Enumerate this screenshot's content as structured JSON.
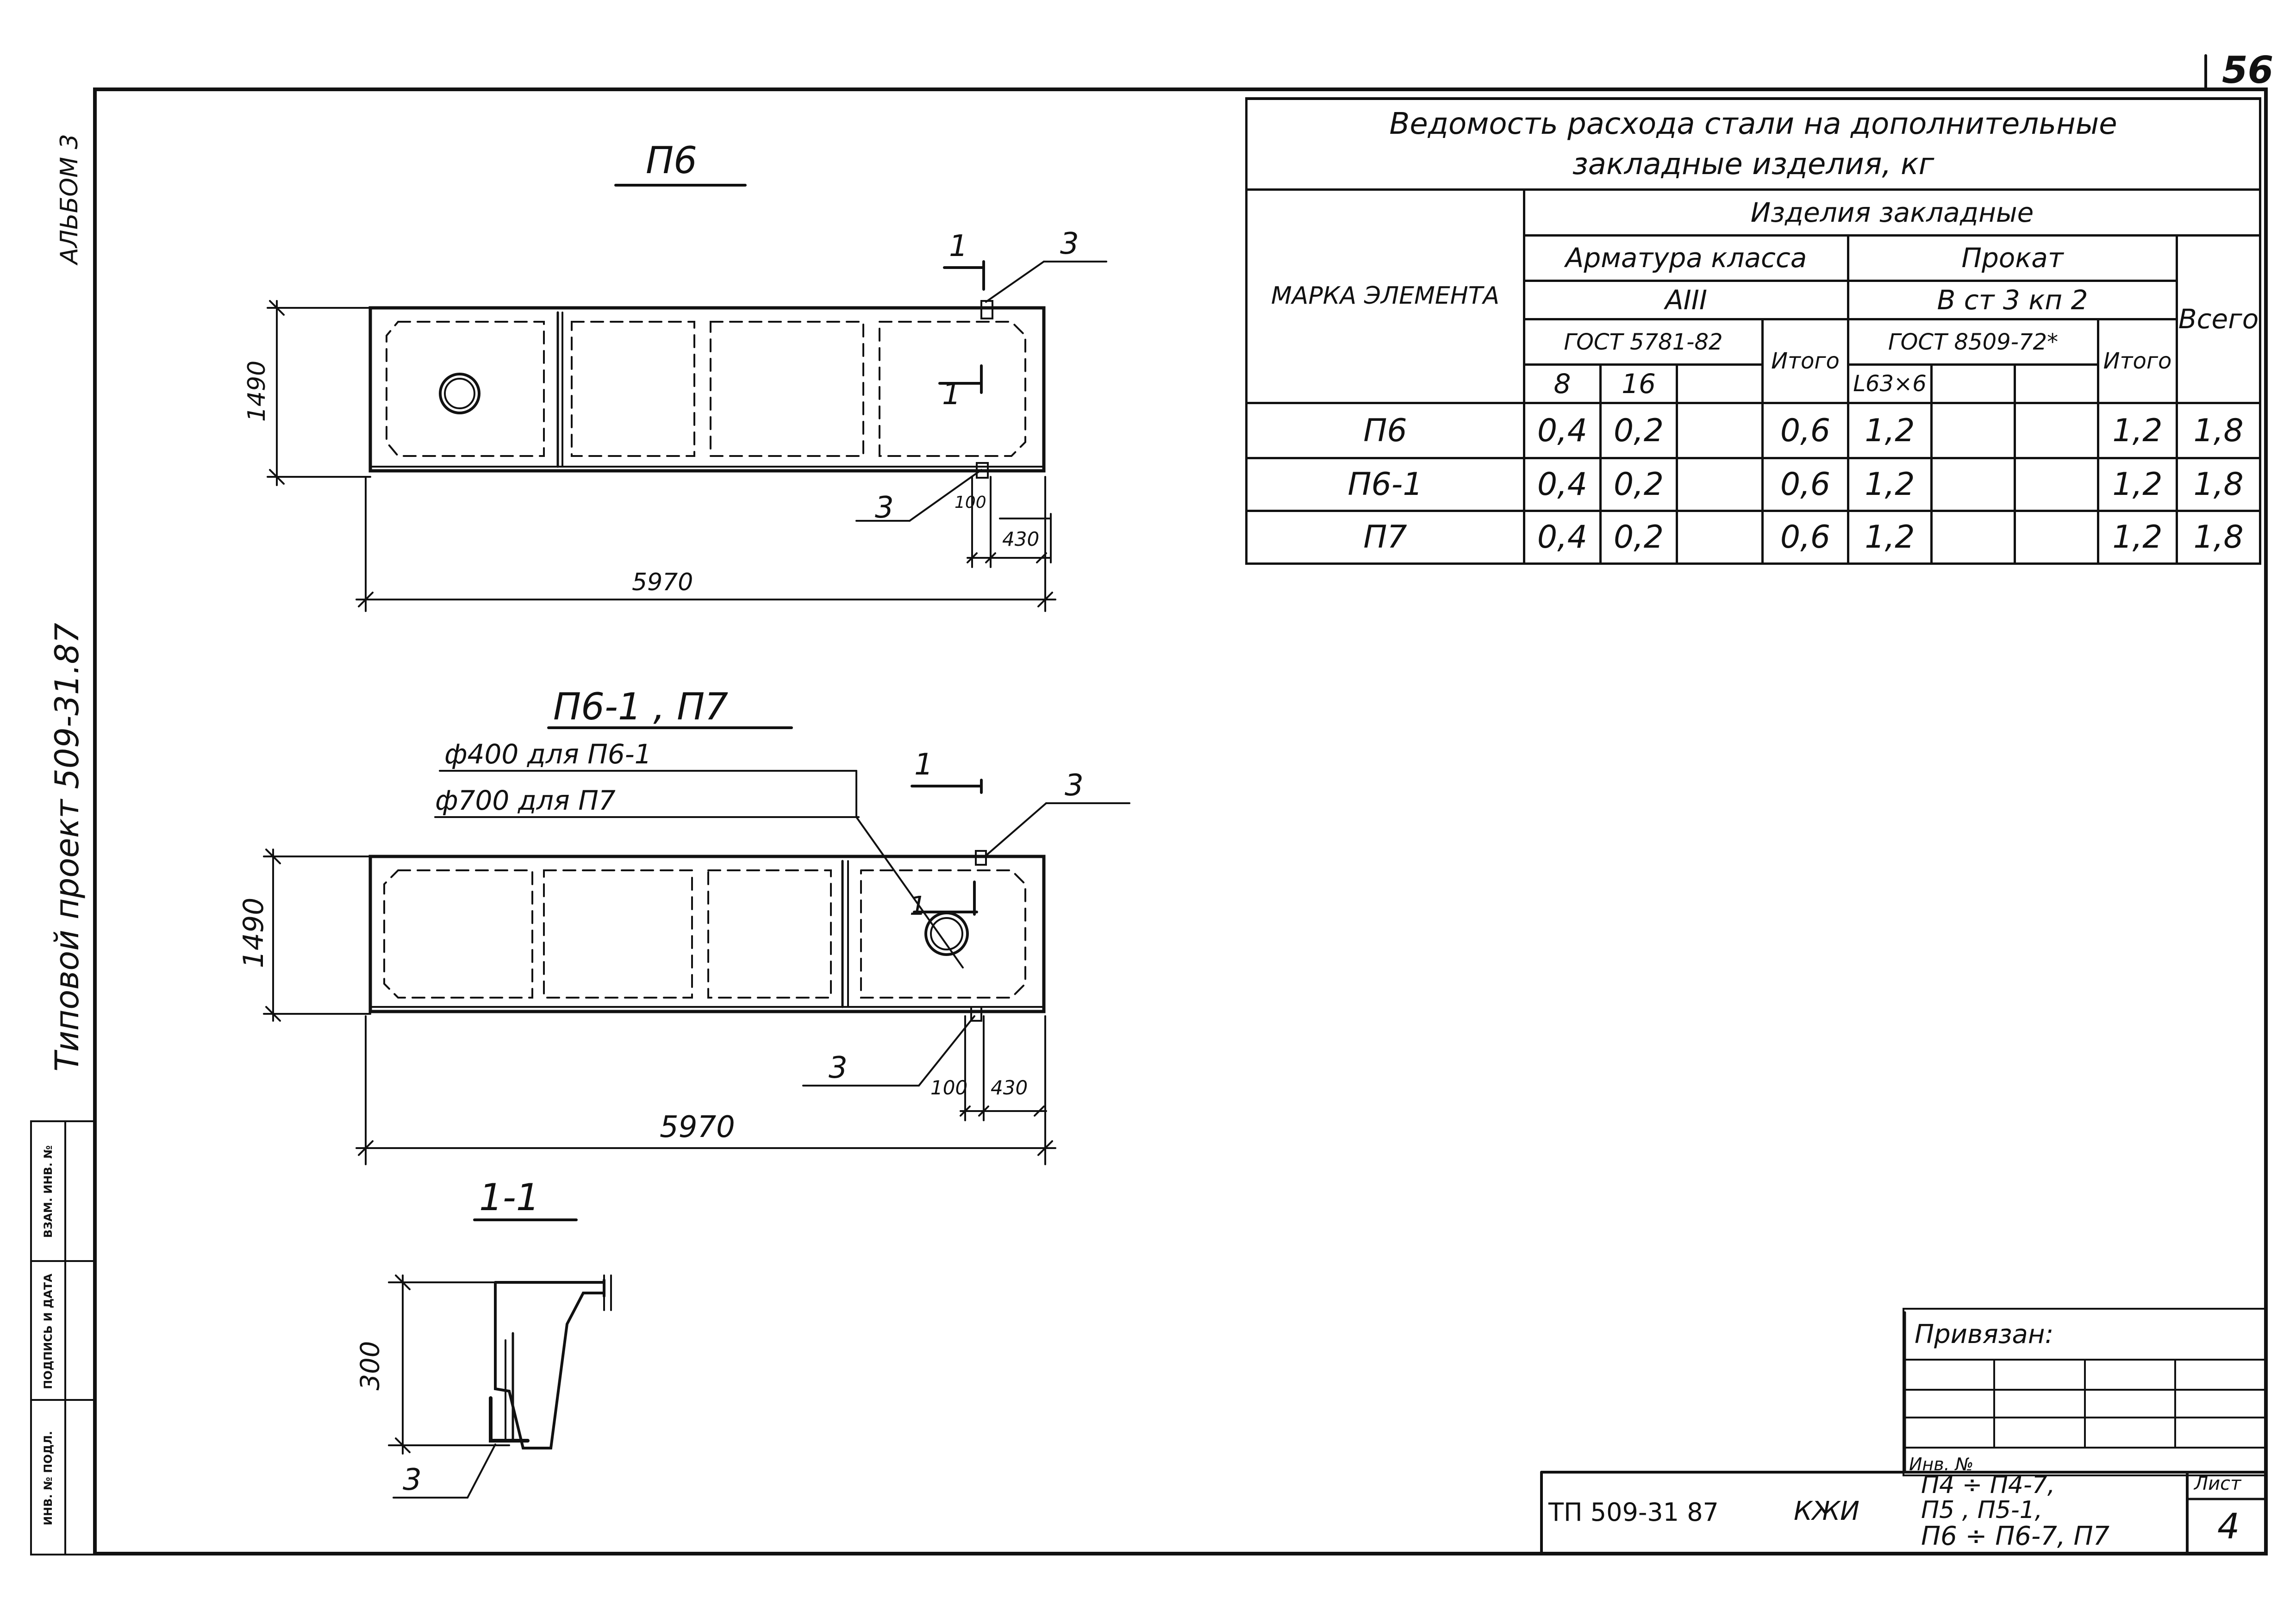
{
  "sheet_number": "56",
  "margin": {
    "album": "АЛЬБОМ 3",
    "project": "Типовой проект 509-31.87",
    "stamp_cols": [
      "ИНВ. № ПОДЛ.",
      "ПОДПИСЬ И ДАТА",
      "ВЗАМ. ИНВ. №"
    ]
  },
  "views": {
    "p6": {
      "title": "П6",
      "height_dim": "1490",
      "length_dim": "5970",
      "dim_100": "100",
      "dim_430": "430",
      "section_mark": "1",
      "callout": "3"
    },
    "p6_1_p7": {
      "title": "П6-1 , П7",
      "note1": "ф400 для П6-1",
      "note2": "ф700 для П7",
      "height_dim": "1490",
      "length_dim": "5970",
      "dim_100": "100",
      "dim_430": "430",
      "section_mark": "1",
      "callout": "3"
    },
    "section": {
      "title": "1-1",
      "height_dim": "300",
      "callout": "3"
    }
  },
  "steel_table": {
    "title_line1": "Ведомость расхода стали на дополнительные",
    "title_line2": "закладные изделия, кг",
    "col_mark": "МАРКА ЭЛЕМЕНТА",
    "group": "Изделия закладные",
    "rebar": "Арматура класса",
    "rebar_class": "АIII",
    "rebar_gost": "ГОСТ 5781-82",
    "rolled": "Прокат",
    "rolled_grade": "В ст 3 кп 2",
    "rolled_gost": "ГОСТ 8509-72*",
    "rolled_profile": "L63×6",
    "d8": "8",
    "d16": "16",
    "subtotal": "Итого",
    "total": "Всего",
    "rows": [
      {
        "mark": "П6",
        "a8": "0,4",
        "a16": "0,2",
        "a_sum": "0,6",
        "p1": "1,2",
        "p_sum": "1,2",
        "total": "1,8"
      },
      {
        "mark": "П6-1",
        "a8": "0,4",
        "a16": "0,2",
        "a_sum": "0,6",
        "p1": "1,2",
        "p_sum": "1,2",
        "total": "1,8"
      },
      {
        "mark": "П7",
        "a8": "0,4",
        "a16": "0,2",
        "a_sum": "0,6",
        "p1": "1,2",
        "p_sum": "1,2",
        "total": "1,8"
      }
    ]
  },
  "binding": {
    "label": "Привязан:",
    "inv": "Инв. №"
  },
  "title_block": {
    "code": "ТП 509-31 87",
    "section": "КЖИ",
    "desc1": "П4 ÷ П4-7,",
    "desc2": "П5 , П5-1,",
    "desc3": "П6 ÷ П6-7, П7",
    "sheet_label": "Лист",
    "sheet_no": "4"
  }
}
